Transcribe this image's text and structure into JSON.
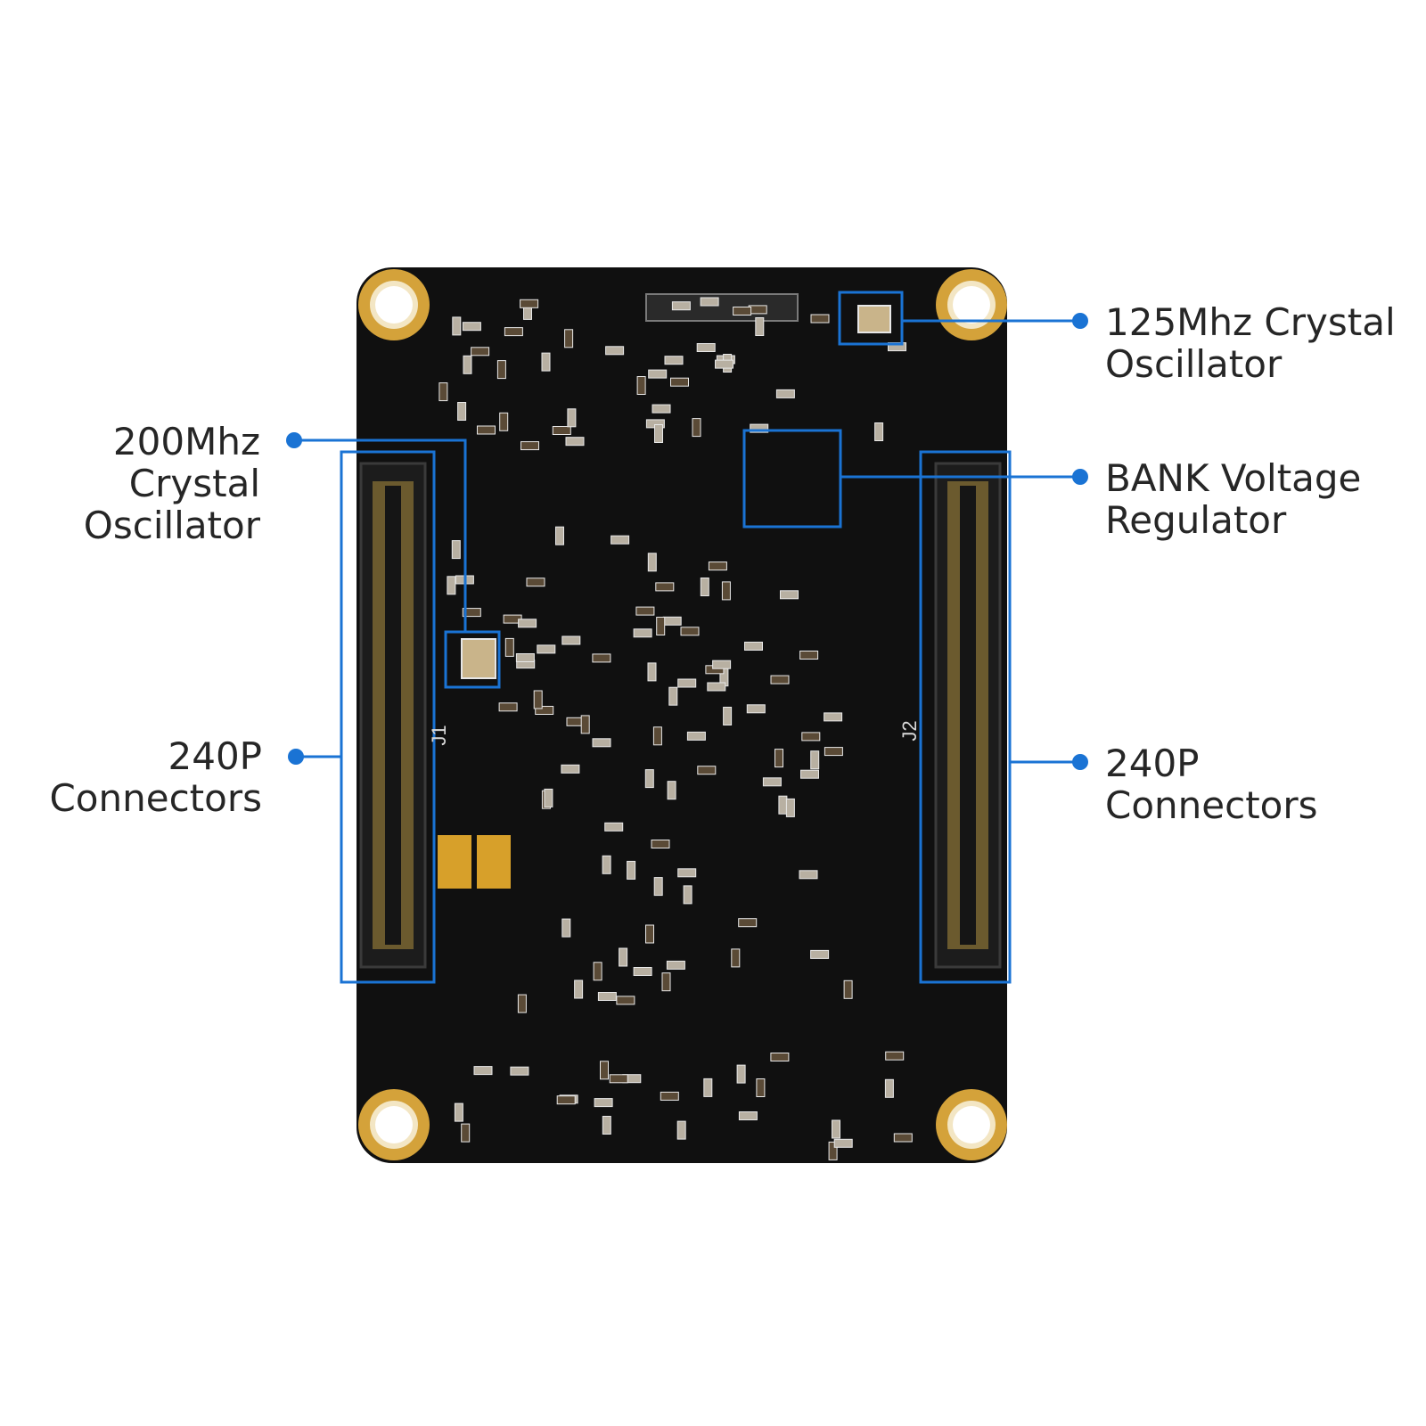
{
  "accent_color": "#1a73d4",
  "board_color": "#101010",
  "hole_color": "#d4a23a",
  "annotations": {
    "osc_200": "200Mhz\nCrystal\nOscillator",
    "osc_125": "125Mhz Crystal\nOscillator",
    "bank_regulator": "BANK Voltage\nRegulator",
    "connector_left": "240P\nConnectors",
    "connector_right": "240P\nConnectors"
  },
  "silkscreen": {
    "j1": "J1",
    "j2": "J2"
  }
}
